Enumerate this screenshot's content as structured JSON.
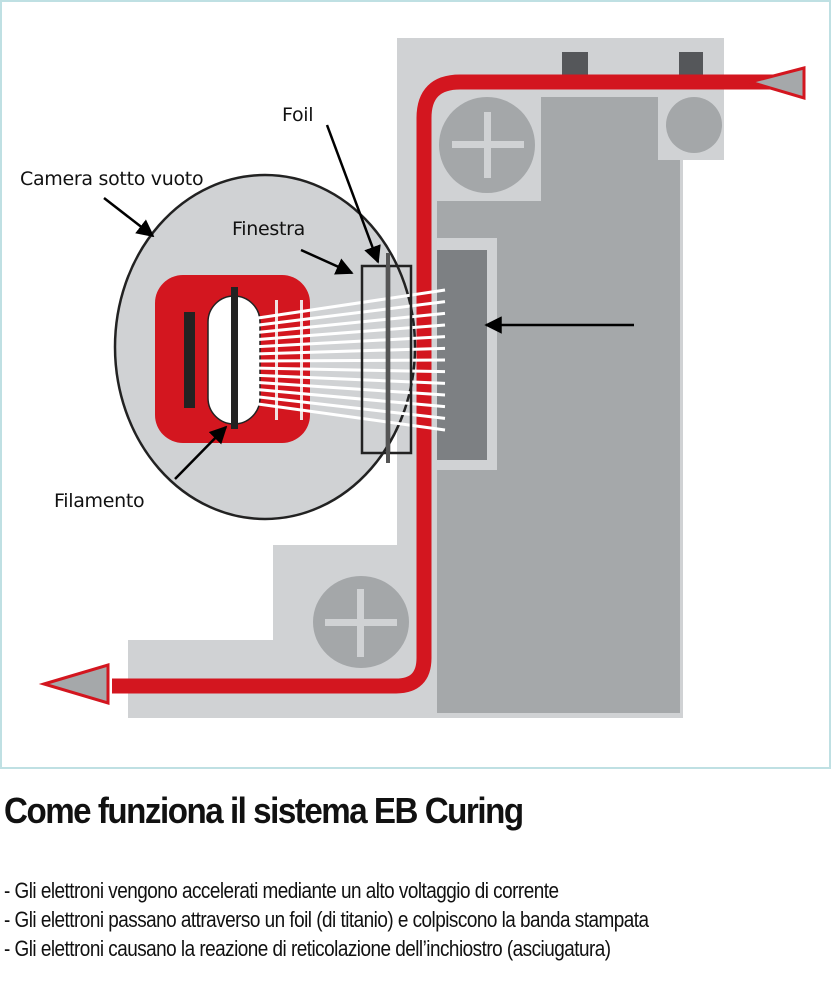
{
  "diagram": {
    "labels": {
      "foil": "Foil",
      "vacuum_chamber": "Camera sotto vuoto",
      "window": "Finestra",
      "filament": "Filamento"
    },
    "colors": {
      "web_red": "#d3161f",
      "light_gray": "#d0d2d4",
      "mid_gray": "#a5a8aa",
      "dark_gray": "#7d8083",
      "roller_gray": "#a4a7a9",
      "frame_border": "#bfe0e3"
    },
    "electron_beam_count": 13
  },
  "caption": {
    "title": "Come funziona il sistema EB Curing",
    "bullets": [
      "- Gli elettroni vengono accelerati mediante un alto voltaggio di corrente",
      "- Gli elettroni passano attraverso un foil (di titanio) e colpiscono la banda stampata",
      "- Gli elettroni causano la reazione di reticolazione dell’inchiostro (asciugatura)"
    ]
  }
}
